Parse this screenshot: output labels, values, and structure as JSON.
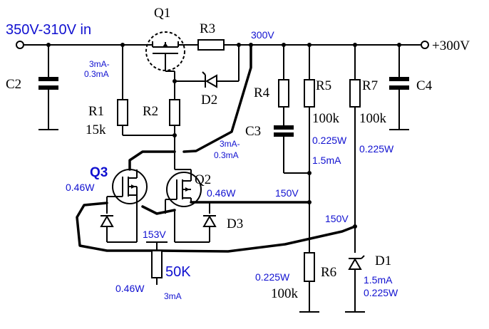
{
  "labels": {
    "input_voltage": "350V-310V in",
    "q1": "Q1",
    "r3": "R3",
    "node_300v": "300V",
    "output": "+300V",
    "c2": "C2",
    "r1_current": "3mA-",
    "r1_current2": "0.3mA",
    "r1": "R1",
    "r1_value": "15k",
    "r2": "R2",
    "d2": "D2",
    "r4": "R4",
    "r5": "R5",
    "r7": "R7",
    "c4": "C4",
    "c3": "C3",
    "r5_value": "100k",
    "r7_value": "100k",
    "r5_power": "0.225W",
    "r7_power": "0.225W",
    "r5_current": "1.5mA",
    "r2_current": "3mA-",
    "r2_current2": "0.3mA",
    "q3": "Q3",
    "q3_power": "0.46W",
    "q2": "Q2",
    "q2_power": "0.46W",
    "node_150v_a": "150V",
    "node_150v_b": "150V",
    "d3": "D3",
    "node_153v": "153V",
    "pot_value": "50K",
    "pot_power": "0.46W",
    "pot_current": "3mA",
    "r6_power": "0.225W",
    "r6": "R6",
    "r6_value": "100k",
    "d1": "D1",
    "d1_current": "1.5mA",
    "d1_power": "0.225W"
  }
}
